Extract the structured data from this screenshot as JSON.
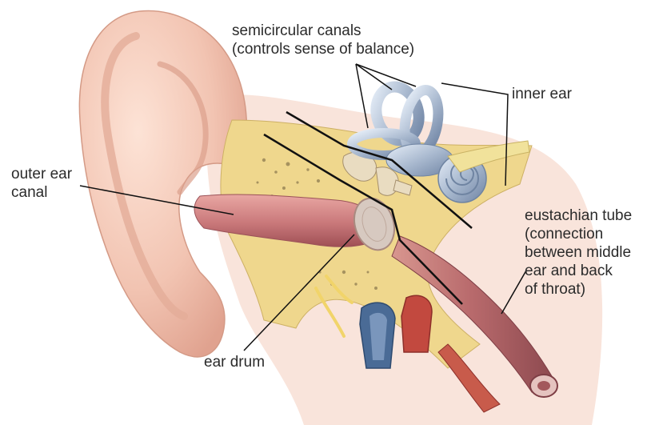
{
  "labels": {
    "semicircular_canals": "semicircular canals\n(controls sense of balance)",
    "inner_ear": "inner ear",
    "outer_ear_canal": "outer ear\ncanal",
    "eustachian_tube": "eustachian tube\n(connection\nbetween middle\near and back\nof throat)",
    "ear_drum": "ear drum"
  },
  "colors": {
    "skin": "#f0c2b0",
    "bone": "#efd78d",
    "canal": "#c9787a",
    "cochlea": "#aab8cc",
    "vein": "#4a6b96",
    "artery": "#c2493f",
    "line": "#111111"
  }
}
